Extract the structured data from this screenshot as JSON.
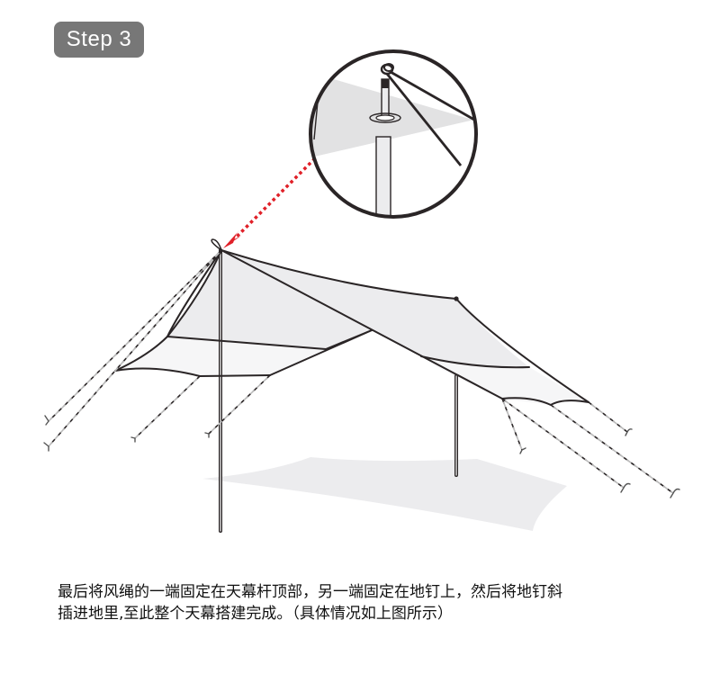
{
  "step": {
    "label": "Step 3"
  },
  "illustration": {
    "subject": "tarp canopy setup with two poles and guy ropes",
    "detail_inset": "magnified pole top with guy rope loop",
    "arrow_color": "#e02028",
    "canopy_fill": "#ececee",
    "shadow_fill": "#ececee",
    "line_color": "#2a2526"
  },
  "caption": {
    "line1": "最后将风绳的一端固定在天幕杆顶部，另一端固定在地钉上，然后将地钉斜",
    "line2": "插进地里,至此整个天幕搭建完成。（具体情况如上图所示）"
  }
}
